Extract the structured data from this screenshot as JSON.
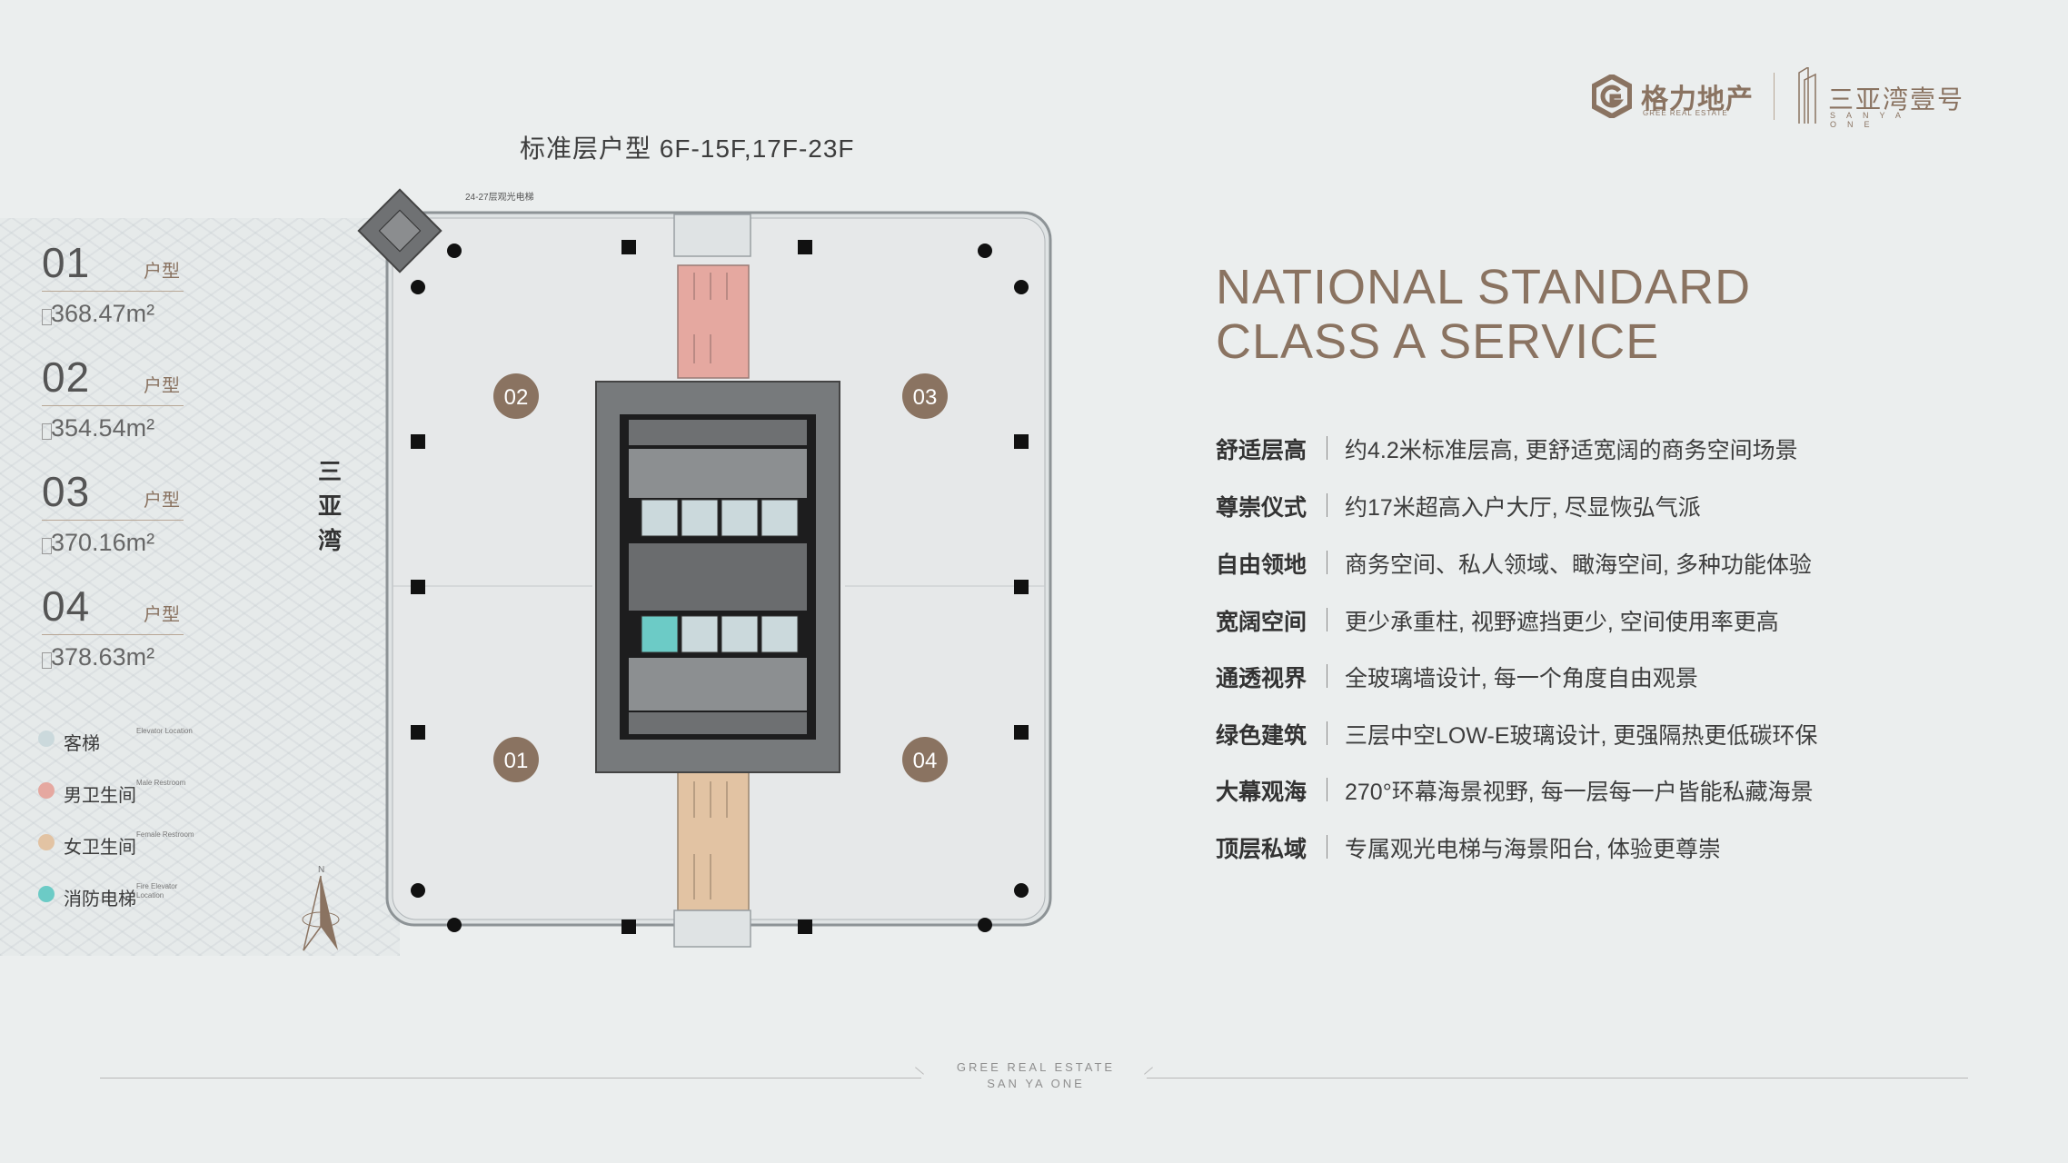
{
  "brand": {
    "developer_cn": "格力地产",
    "developer_en": "GREE REAL ESTATE",
    "project_cn": "三亚湾壹号",
    "project_en": "SANYA ONE",
    "accent_color": "#8a7361"
  },
  "plan": {
    "title": "标准层户型 6F-15F,17F-23F",
    "elevator_note": "24-27层观光电梯",
    "side_name": "三亚湾",
    "unit_badges": [
      "02",
      "03",
      "01",
      "04"
    ]
  },
  "units": [
    {
      "number": "01",
      "label": "户型",
      "area": "368.47m²"
    },
    {
      "number": "02",
      "label": "户型",
      "area": "354.54m²"
    },
    {
      "number": "03",
      "label": "户型",
      "area": "370.16m²"
    },
    {
      "number": "04",
      "label": "户型",
      "area": "378.63m²"
    }
  ],
  "legend": [
    {
      "cn": "客梯",
      "en": "Elevator Location",
      "color": "#cbd9dc"
    },
    {
      "cn": "男卫生间",
      "en": "Male Restroom",
      "color": "#e5a8a0"
    },
    {
      "cn": "女卫生间",
      "en": "Female Restroom",
      "color": "#e2c3a3"
    },
    {
      "cn": "消防电梯",
      "en": "Fire Elevator Location",
      "color": "#6ccbc6"
    }
  ],
  "headline": {
    "line1": "NATIONAL STANDARD",
    "line2": "CLASS A SERVICE"
  },
  "features": [
    {
      "title": "舒适层高",
      "desc": "约4.2米标准层高, 更舒适宽阔的商务空间场景"
    },
    {
      "title": "尊崇仪式",
      "desc": "约17米超高入户大厅, 尽显恢弘气派"
    },
    {
      "title": "自由领地",
      "desc": "商务空间、私人领域、瞰海空间, 多种功能体验"
    },
    {
      "title": "宽阔空间",
      "desc": "更少承重柱, 视野遮挡更少, 空间使用率更高"
    },
    {
      "title": "通透视界",
      "desc": "全玻璃墙设计, 每一个角度自由观景"
    },
    {
      "title": "绿色建筑",
      "desc": "三层中空LOW-E玻璃设计, 更强隔热更低碳环保"
    },
    {
      "title": "大幕观海",
      "desc": "270°环幕海景视野, 每一层每一户皆能私藏海景"
    },
    {
      "title": "顶层私域",
      "desc": "专属观光电梯与海景阳台, 体验更尊崇"
    }
  ],
  "footer": {
    "line1": "GREE REAL ESTATE",
    "line2": "SAN YA ONE"
  }
}
